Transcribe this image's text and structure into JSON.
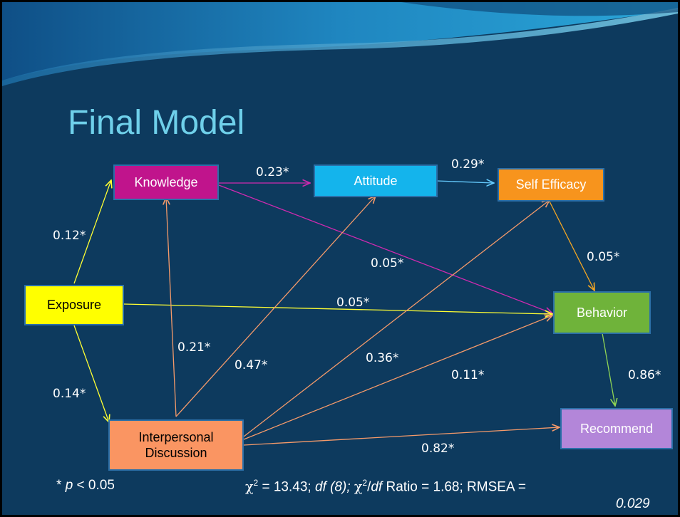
{
  "title": "Final Model",
  "nodes": {
    "knowledge": "Knowledge",
    "attitude": "Attitude",
    "self_efficacy": "Self Efficacy",
    "exposure": "Exposure",
    "behavior": "Behavior",
    "interpersonal_line1": "Interpersonal",
    "interpersonal_line2": "Discussion",
    "recommend": "Recommend"
  },
  "paths": [
    {
      "from": "Knowledge",
      "to": "Attitude",
      "coef": "0.23*"
    },
    {
      "from": "Attitude",
      "to": "Self Efficacy",
      "coef": "0.29*"
    },
    {
      "from": "Exposure",
      "to": "Knowledge",
      "coef": "0.12*"
    },
    {
      "from": "Knowledge",
      "to": "Behavior",
      "coef": "0.05*"
    },
    {
      "from": "Self Efficacy",
      "to": "Behavior",
      "coef": "0.05*"
    },
    {
      "from": "Exposure",
      "to": "Behavior",
      "coef": "0.05*"
    },
    {
      "from": "Interpersonal Discussion",
      "to": "Knowledge",
      "coef": "0.21*"
    },
    {
      "from": "Interpersonal Discussion",
      "to": "Attitude",
      "coef": "0.47*"
    },
    {
      "from": "Interpersonal Discussion",
      "to": "Self Efficacy",
      "coef": "0.36*"
    },
    {
      "from": "Interpersonal Discussion",
      "to": "Behavior",
      "coef": "0.11*"
    },
    {
      "from": "Behavior",
      "to": "Recommend",
      "coef": "0.86*"
    },
    {
      "from": "Exposure",
      "to": "Interpersonal Discussion",
      "coef": "0.14*"
    },
    {
      "from": "Interpersonal Discussion",
      "to": "Recommend",
      "coef": "0.82*"
    }
  ],
  "footer": {
    "p_prefix": "* ",
    "p_var": "p",
    "p_rest": " < 0.05",
    "chi": "χ",
    "chi_sup": "2",
    "chi_value": " = 13.43; ",
    "df": "df (8);",
    "ratio_sup": "2",
    "ratio_slash": "/",
    "ratio_df": "df",
    "ratio_rest": " Ratio = 1.68; RMSEA =",
    "rmsea_value": "0.029"
  },
  "colors": {
    "background": "#0d3a5e",
    "title": "#6fd0ea",
    "knowledge": "#c0148c",
    "attitude": "#14b4ec",
    "self_efficacy": "#f7941d",
    "exposure": "#ffff00",
    "behavior": "#6fb33a",
    "interpersonal": "#fa9562",
    "recommend": "#b386d9",
    "yellow_arrow": "#ffff33",
    "orange_arrow": "#f59a6a",
    "magenta_arrow": "#d02ab0",
    "cyan_arrow": "#66ccff",
    "amber_arrow": "#f5a623",
    "green_arrow": "#8fd454"
  }
}
